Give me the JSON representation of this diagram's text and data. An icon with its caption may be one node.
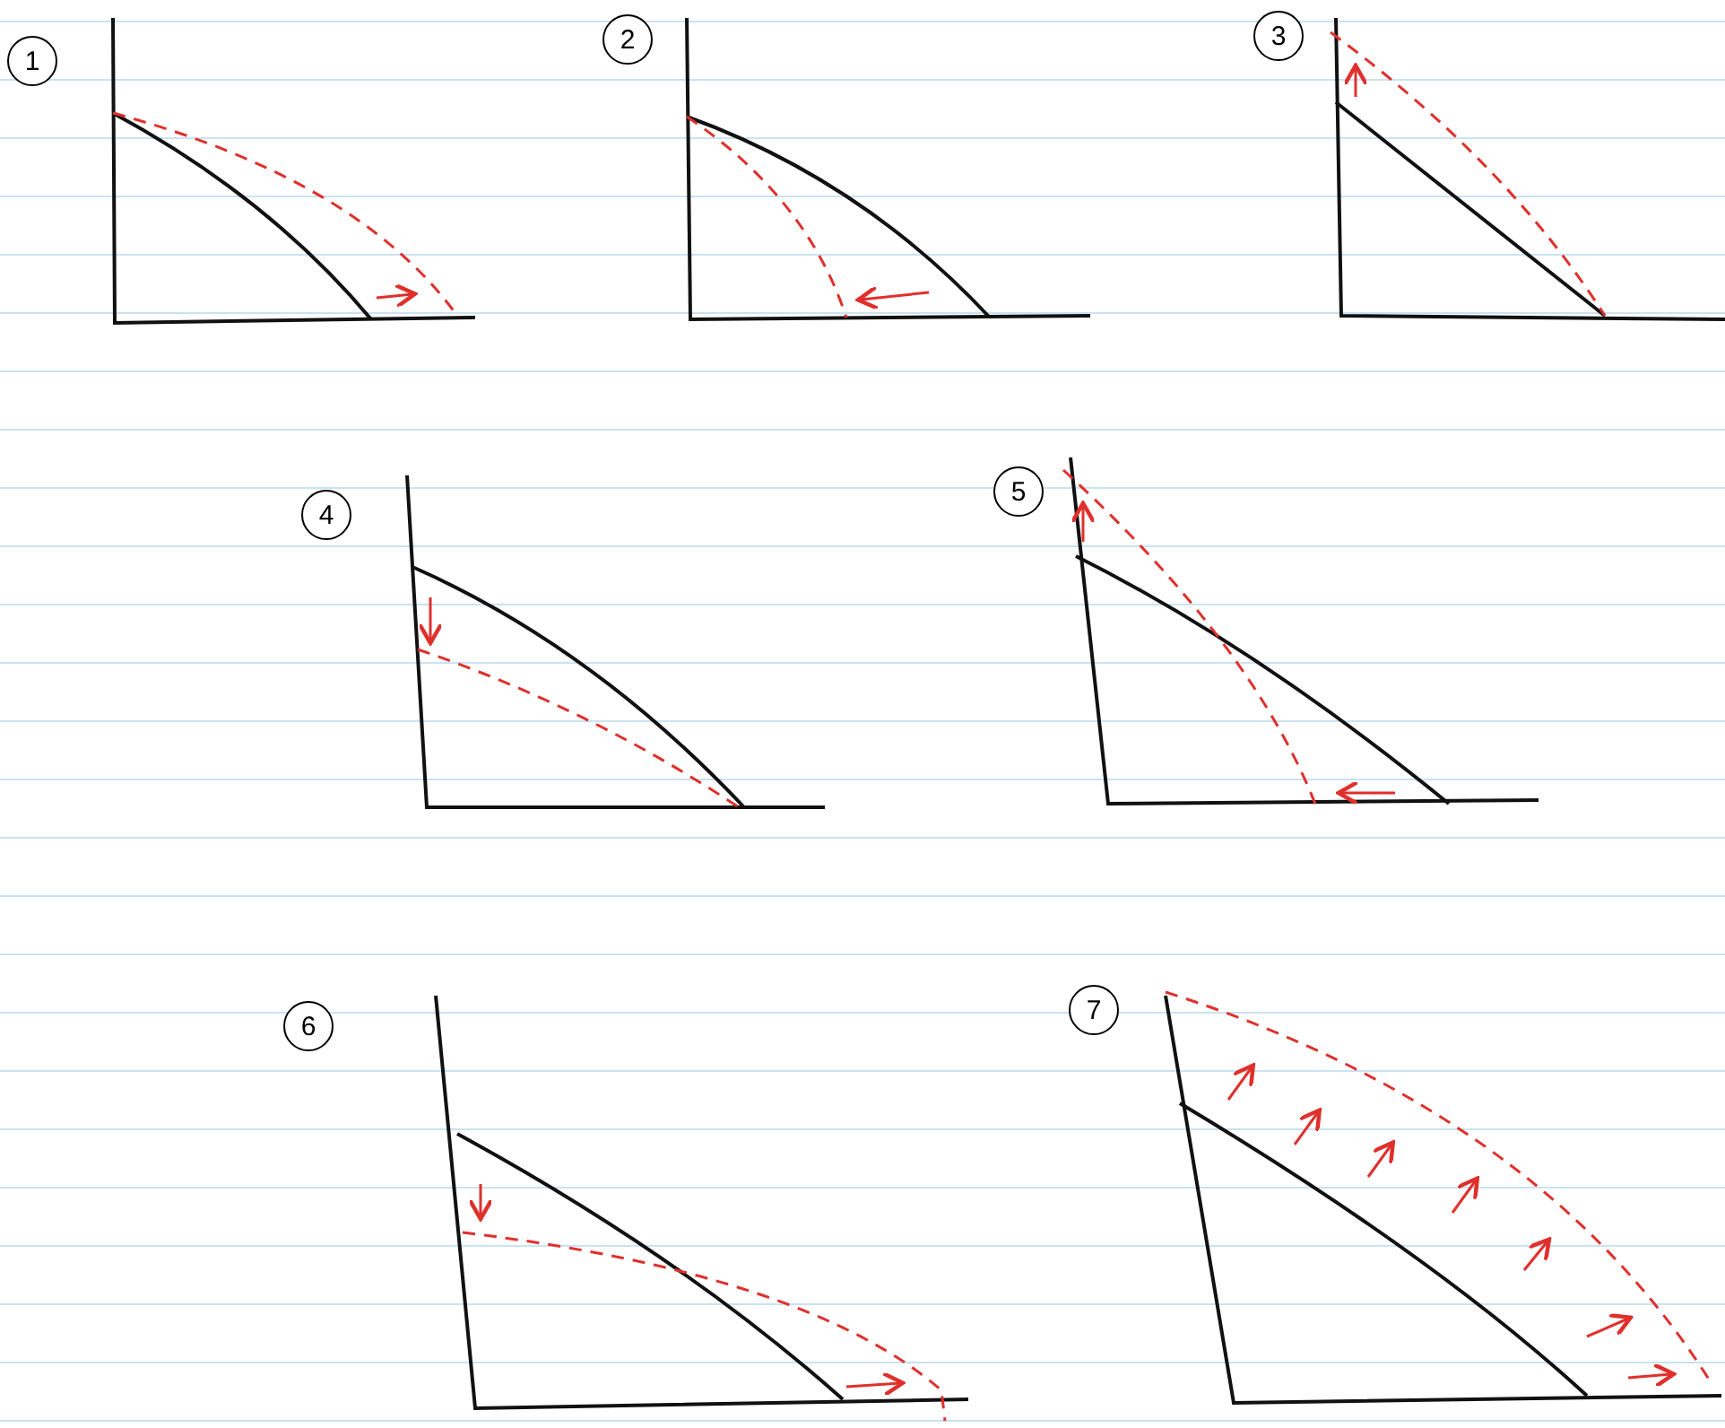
{
  "diagram": {
    "nodes": [
      {
        "text": [
          "1"
        ]
      },
      {
        "text": [
          "2"
        ]
      },
      {
        "text": [
          "3"
        ]
      },
      {
        "text": [
          "4"
        ]
      },
      {
        "text": [
          "5"
        ]
      },
      {
        "text": [
          "6"
        ]
      },
      {
        "text": [
          "7"
        ]
      }
    ]
  }
}
